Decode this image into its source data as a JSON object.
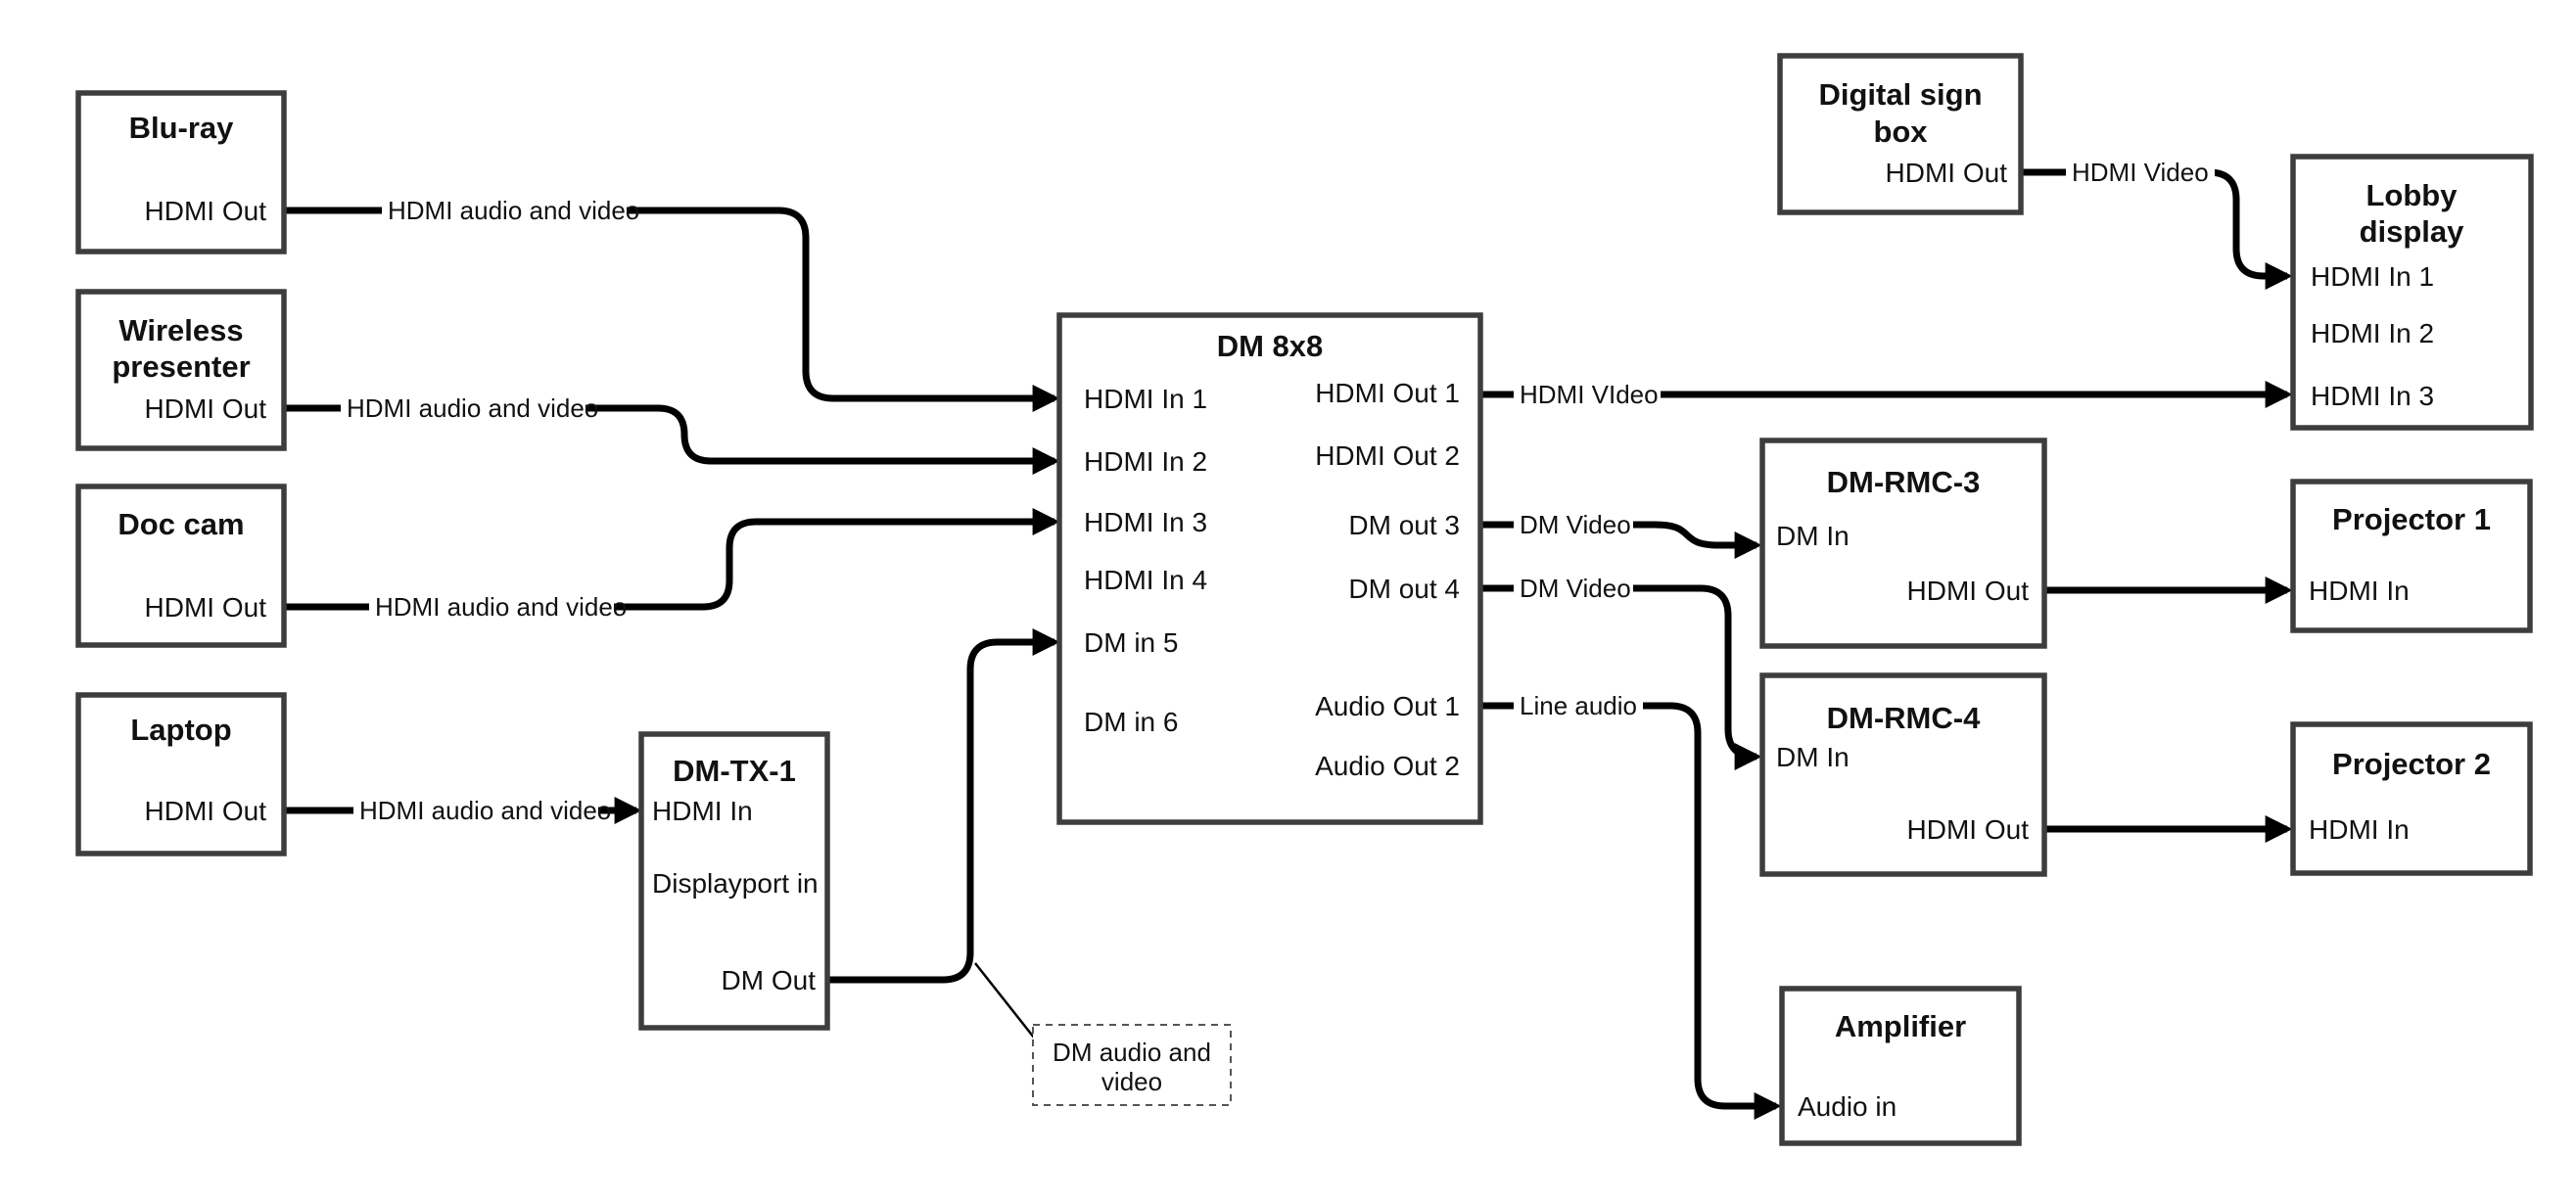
{
  "nodes": {
    "bluray": {
      "title": "Blu-ray",
      "port_hdmi_out": "HDMI Out"
    },
    "wireless": {
      "title_line1": "Wireless",
      "title_line2": "presenter",
      "port_hdmi_out": "HDMI Out"
    },
    "doccam": {
      "title": "Doc cam",
      "port_hdmi_out": "HDMI Out"
    },
    "laptop": {
      "title": "Laptop",
      "port_hdmi_out": "HDMI Out"
    },
    "dmtx1": {
      "title": "DM-TX-1",
      "port_hdmi_in": "HDMI In",
      "port_displayport_in": "Displayport in",
      "port_dm_out": "DM Out"
    },
    "dm8x8": {
      "title": "DM 8x8",
      "inputs": [
        "HDMI In 1",
        "HDMI In 2",
        "HDMI In 3",
        "HDMI In 4",
        "DM in 5",
        "DM in 6"
      ],
      "outputs": [
        "HDMI Out 1",
        "HDMI Out 2",
        "DM out 3",
        "DM out 4",
        "Audio Out 1",
        "Audio Out 2"
      ]
    },
    "digital_sign": {
      "title_line1": "Digital sign",
      "title_line2": "box",
      "port_hdmi_out": "HDMI Out"
    },
    "lobby": {
      "title_line1": "Lobby",
      "title_line2": "display",
      "inputs": [
        "HDMI In 1",
        "HDMI In 2",
        "HDMI In 3"
      ]
    },
    "dmrmc3": {
      "title": "DM-RMC-3",
      "port_dm_in": "DM In",
      "port_hdmi_out": "HDMI Out"
    },
    "projector1": {
      "title": "Projector 1",
      "port_hdmi_in": "HDMI In"
    },
    "dmrmc4": {
      "title": "DM-RMC-4",
      "port_dm_in": "DM In",
      "port_hdmi_out": "HDMI Out"
    },
    "projector2": {
      "title": "Projector 2",
      "port_hdmi_in": "HDMI In"
    },
    "amplifier": {
      "title": "Amplifier",
      "port_audio_in": "Audio in"
    }
  },
  "edges": {
    "bluray_label": "HDMI audio and video",
    "wireless_label": "HDMI audio and video",
    "doccam_label": "HDMI audio and video",
    "laptop_label": "HDMI audio and video",
    "hdmi_out1_label": "HDMI VIdeo",
    "dm_out3_label": "DM Video",
    "dm_out4_label": "DM Video",
    "audio_out1_label": "Line audio",
    "digital_sign_label": "HDMI Video"
  },
  "annotation": {
    "line1": "DM audio and",
    "line2": "video"
  },
  "colors": {
    "connector": "#000000",
    "box_border": "#3d3d3d",
    "text": "#111111",
    "background": "#ffffff"
  }
}
